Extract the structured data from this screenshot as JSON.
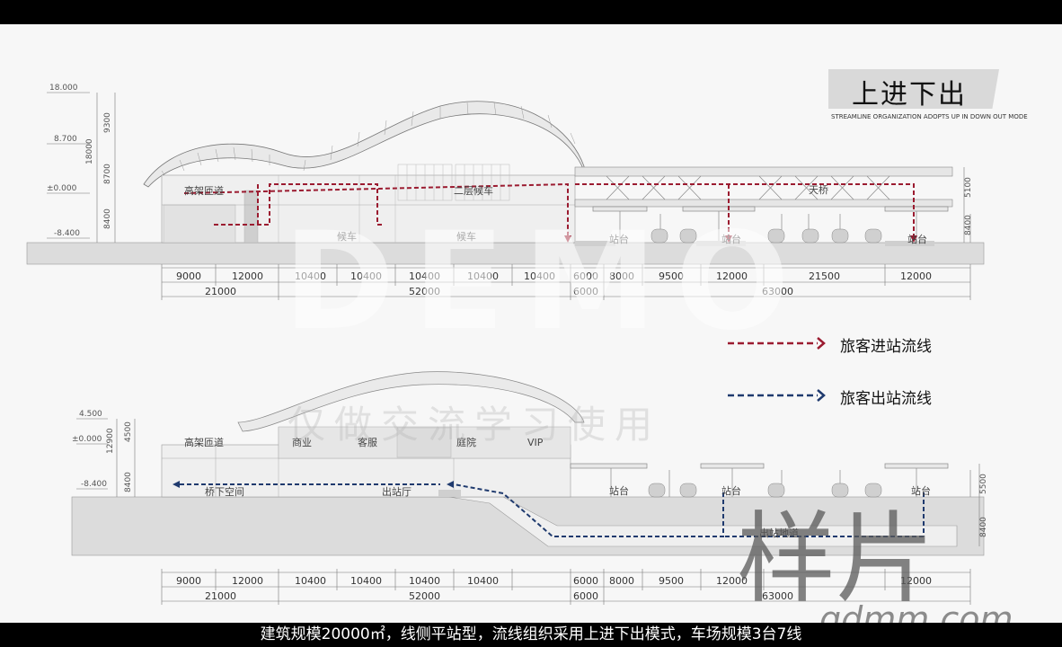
{
  "title": "上进下出",
  "title_sub": "STREAMLINE ORGANIZATION ADOPTS UP IN DOWN OUT MODE",
  "subtitle": "建筑规模20000㎡，线侧平站型，流线组织采用上进下出模式，车场规模3台7线",
  "legend": [
    {
      "label": "旅客进站流线",
      "color": "#9b1b30"
    },
    {
      "label": "旅客出站流线",
      "color": "#1f3a6e"
    }
  ],
  "top_section": {
    "levels": [
      "18.000",
      "8.700",
      "±0.000",
      "-8.400"
    ],
    "vertical_dims": [
      "9300",
      "8700",
      "8400",
      "18000"
    ],
    "right_dims": [
      "5100",
      "8400"
    ],
    "labels": {
      "elevated_road": "高架匝道",
      "second_floor_waiting": "二层候车",
      "bridge": "天桥",
      "waiting1": "候车",
      "waiting2": "候车",
      "platform1": "站台",
      "platform2": "站台",
      "platform3": "站台"
    },
    "dims_row1": [
      "9000",
      "12000",
      "10400",
      "10400",
      "10400",
      "10400",
      "10400",
      "6000",
      "8000",
      "9500",
      "12000",
      "21500",
      "12000"
    ],
    "dims_row2": [
      "21000",
      "52000",
      "6000",
      "63000"
    ]
  },
  "bottom_section": {
    "levels": [
      "4.500",
      "±0.000",
      "-8.400"
    ],
    "vertical_dims": [
      "4500",
      "8400",
      "12900"
    ],
    "right_dims": [
      "5500",
      "8400"
    ],
    "labels": {
      "elevated_road": "高架匝道",
      "commerce": "商业",
      "service": "客服",
      "courtyard": "庭院",
      "vip": "VIP",
      "under_bridge": "桥下空间",
      "exit_hall": "出站厅",
      "platform1": "站台",
      "platform2": "站台",
      "platform3": "站台",
      "exit_tunnel": "出站地道"
    },
    "dims_row1": [
      "9000",
      "12000",
      "10400",
      "10400",
      "10400",
      "10400",
      "6000",
      "8000",
      "9500",
      "12000",
      "12000"
    ],
    "dims_row2": [
      "21000",
      "52000",
      "6000",
      "63000"
    ]
  },
  "watermarks": {
    "demo": "DEMO",
    "cn": "仅做交流学习使用",
    "yangpian": "样片",
    "site": "gdmm.com"
  }
}
